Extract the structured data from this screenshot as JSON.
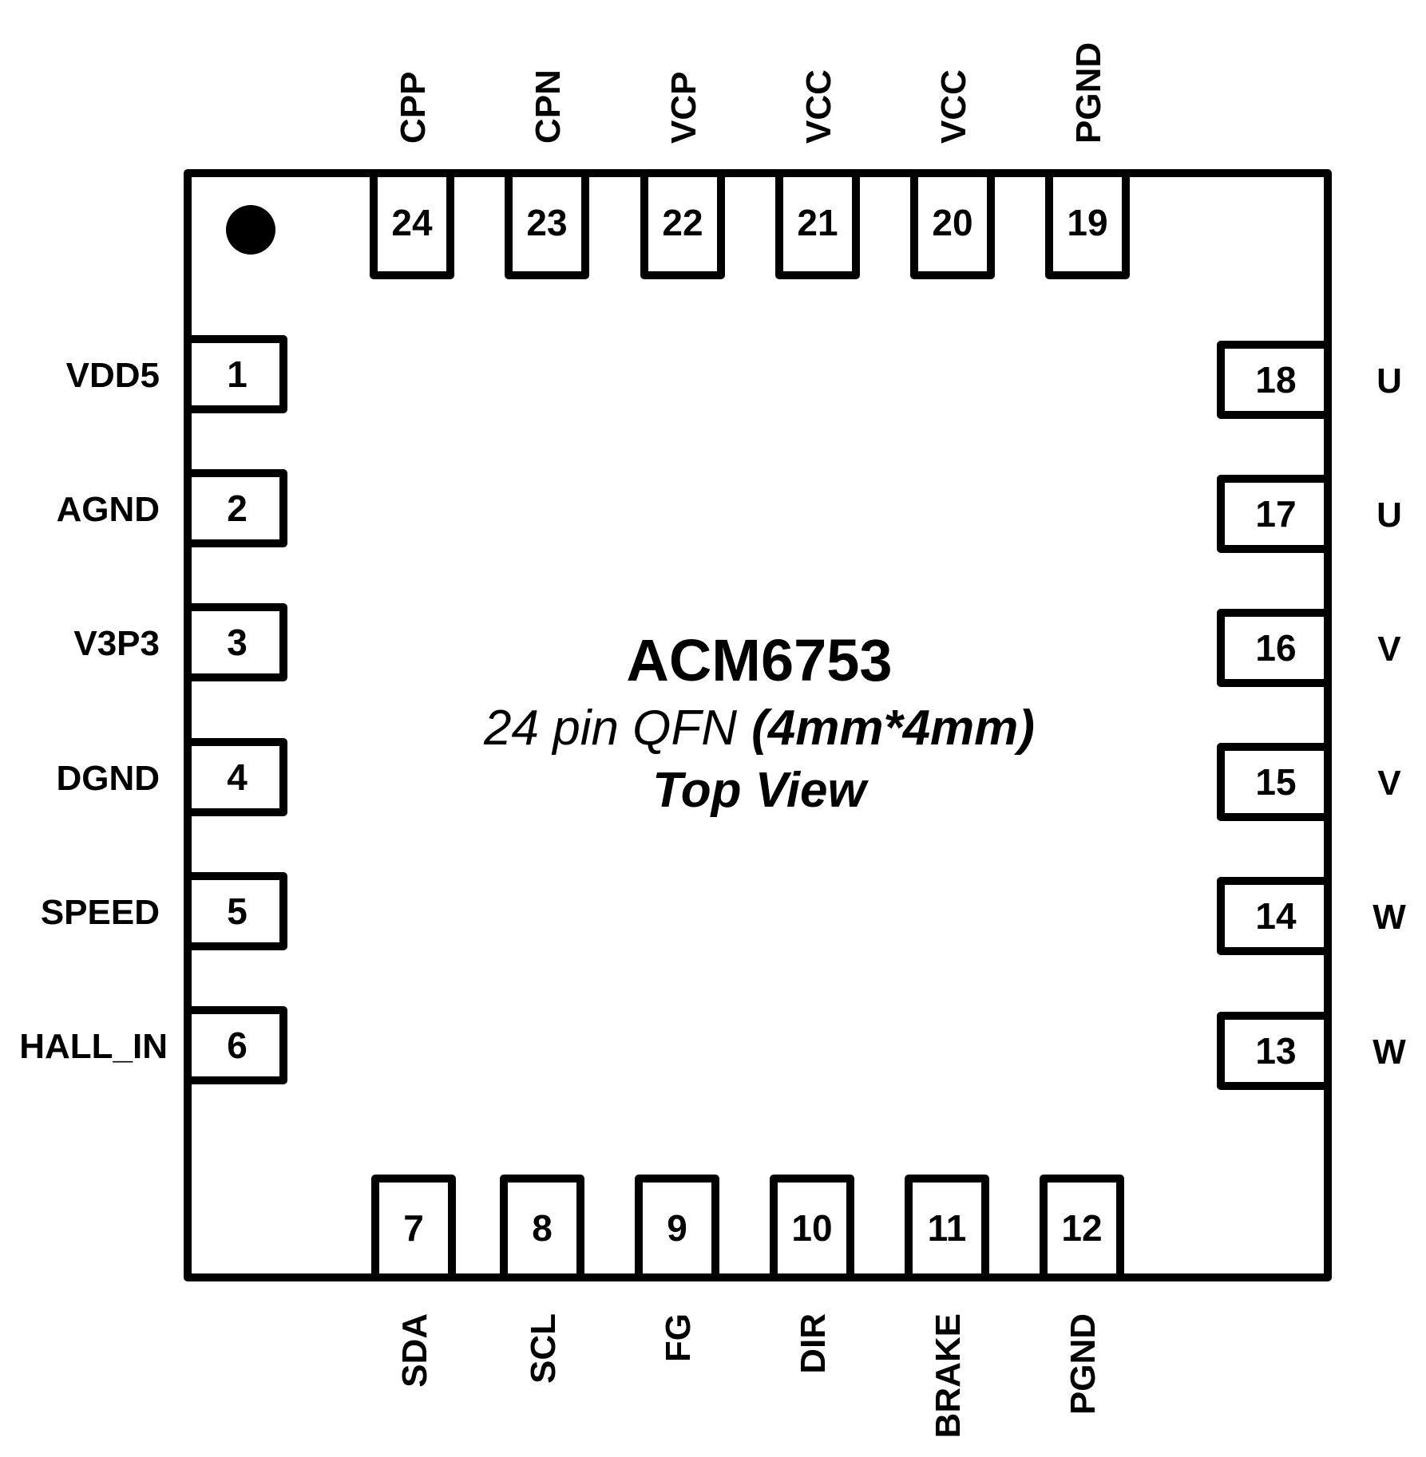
{
  "chip": {
    "name": "ACM6753",
    "package_text": "24 pin QFN",
    "package_size": "(4mm*4mm)",
    "view": "Top View",
    "pin1_marker": "pin-1-indicator-dot"
  },
  "colors": {
    "stroke": "#000000",
    "background": "#ffffff"
  },
  "pins": {
    "left": [
      {
        "number": "1",
        "name": "VDD5"
      },
      {
        "number": "2",
        "name": "AGND"
      },
      {
        "number": "3",
        "name": "V3P3"
      },
      {
        "number": "4",
        "name": "DGND"
      },
      {
        "number": "5",
        "name": "SPEED"
      },
      {
        "number": "6",
        "name": "HALL_IN"
      }
    ],
    "bottom": [
      {
        "number": "7",
        "name": "SDA"
      },
      {
        "number": "8",
        "name": "SCL"
      },
      {
        "number": "9",
        "name": "FG"
      },
      {
        "number": "10",
        "name": "DIR"
      },
      {
        "number": "11",
        "name": "BRAKE"
      },
      {
        "number": "12",
        "name": "PGND"
      }
    ],
    "right": [
      {
        "number": "18",
        "name": "U"
      },
      {
        "number": "17",
        "name": "U"
      },
      {
        "number": "16",
        "name": "V"
      },
      {
        "number": "15",
        "name": "V"
      },
      {
        "number": "14",
        "name": "W"
      },
      {
        "number": "13",
        "name": "W"
      }
    ],
    "top": [
      {
        "number": "24",
        "name": "CPP"
      },
      {
        "number": "23",
        "name": "CPN"
      },
      {
        "number": "22",
        "name": "VCP"
      },
      {
        "number": "21",
        "name": "VCC"
      },
      {
        "number": "20",
        "name": "VCC"
      },
      {
        "number": "19",
        "name": "PGND"
      }
    ]
  }
}
